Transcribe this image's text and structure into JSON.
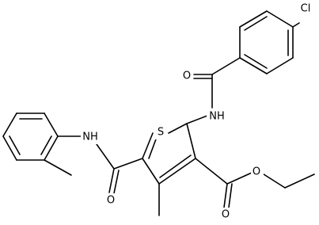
{
  "diagram": {
    "type": "chemical-structure",
    "atoms": {
      "cl": "Cl",
      "o_amide_top": "O",
      "nh_amide_top": "NH",
      "s_ring": "S",
      "nh_anilide": "NH",
      "o_amide_bottom": "O",
      "o_ester_single": "O",
      "o_ester_double": "O"
    }
  }
}
